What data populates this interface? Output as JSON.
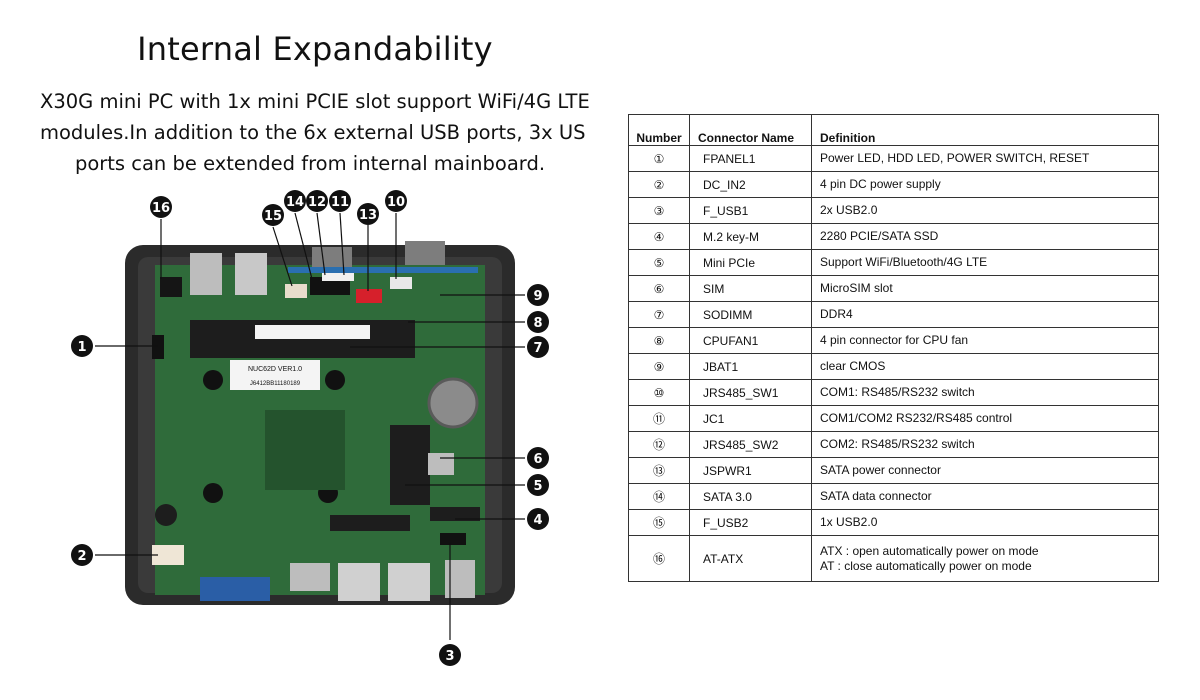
{
  "heading": {
    "title": "Internal Expandability",
    "subtitle_lines": [
      "X30G mini PC with 1x mini PCIE slot support WiFi/4G LTE",
      "modules.In addition to the 6x external USB ports, 3x US",
      "ports can be extended from internal mainboard."
    ]
  },
  "board_labels": {
    "top_label": "NUC62D VER1.0",
    "barcode_text": "J6412BB11180189"
  },
  "callouts": [
    "1",
    "2",
    "3",
    "4",
    "5",
    "6",
    "7",
    "8",
    "9",
    "10",
    "11",
    "12",
    "13",
    "14",
    "15",
    "16"
  ],
  "table": {
    "headers": [
      "Number",
      "Connector Name",
      "Definition"
    ],
    "rows": [
      {
        "number": "①",
        "connector": "FPANEL1",
        "definition": [
          "Power LED, HDD LED, POWER SWITCH, RESET"
        ]
      },
      {
        "number": "②",
        "connector": "DC_IN2",
        "definition": [
          "4 pin DC power supply"
        ]
      },
      {
        "number": "③",
        "connector": "F_USB1",
        "definition": [
          "2x USB2.0"
        ]
      },
      {
        "number": "④",
        "connector": "M.2 key-M",
        "definition": [
          "2280 PCIE/SATA SSD"
        ]
      },
      {
        "number": "⑤",
        "connector": "Mini PCIe",
        "definition": [
          "Support WiFi/Bluetooth/4G LTE"
        ]
      },
      {
        "number": "⑥",
        "connector": "SIM",
        "definition": [
          "MicroSIM slot"
        ]
      },
      {
        "number": "⑦",
        "connector": "SODIMM",
        "definition": [
          "DDR4"
        ]
      },
      {
        "number": "⑧",
        "connector": "CPUFAN1",
        "definition": [
          "4 pin connector for CPU fan"
        ]
      },
      {
        "number": "⑨",
        "connector": "JBAT1",
        "definition": [
          "clear CMOS"
        ]
      },
      {
        "number": "⑩",
        "connector": "JRS485_SW1",
        "definition": [
          "COM1: RS485/RS232 switch"
        ]
      },
      {
        "number": "⑪",
        "connector": "JC1",
        "definition": [
          "COM1/COM2 RS232/RS485 control"
        ]
      },
      {
        "number": "⑫",
        "connector": "JRS485_SW2",
        "definition": [
          "COM2: RS485/RS232 switch"
        ]
      },
      {
        "number": "⑬",
        "connector": "JSPWR1",
        "definition": [
          "SATA power connector"
        ]
      },
      {
        "number": "⑭",
        "connector": "SATA 3.0",
        "definition": [
          "SATA data connector"
        ]
      },
      {
        "number": "⑮",
        "connector": "F_USB2",
        "definition": [
          "1x USB2.0"
        ]
      },
      {
        "number": "⑯",
        "connector": "AT-ATX",
        "definition": [
          "ATX : open automatically power on mode",
          "AT : close automatically power on mode"
        ]
      }
    ]
  },
  "colors": {
    "pcb": "#2f6b3a",
    "pcb_dark": "#1f4d29",
    "chassis": "#2b2b2b",
    "callout": "#111111",
    "table_border": "#333333"
  }
}
